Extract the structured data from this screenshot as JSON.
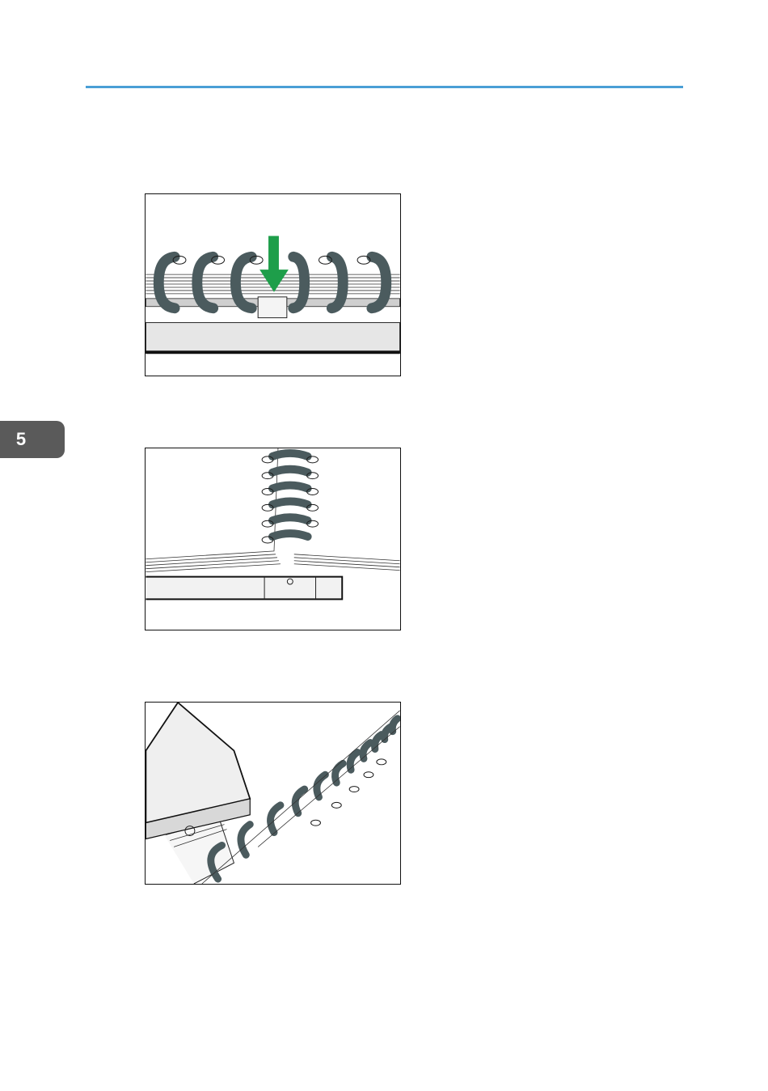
{
  "chapter": {
    "number": "5"
  },
  "colors": {
    "accent_rule": "#4a9fd6",
    "chapter_tab": "#5a5a5a",
    "coil": "#4b5b5e",
    "arrow": "#1e9e4a"
  },
  "figures": [
    {
      "icon": "binding-coils-press-down-illustration"
    },
    {
      "icon": "bound-book-open-on-binder-illustration"
    },
    {
      "icon": "coil-crimping-tool-illustration"
    }
  ]
}
